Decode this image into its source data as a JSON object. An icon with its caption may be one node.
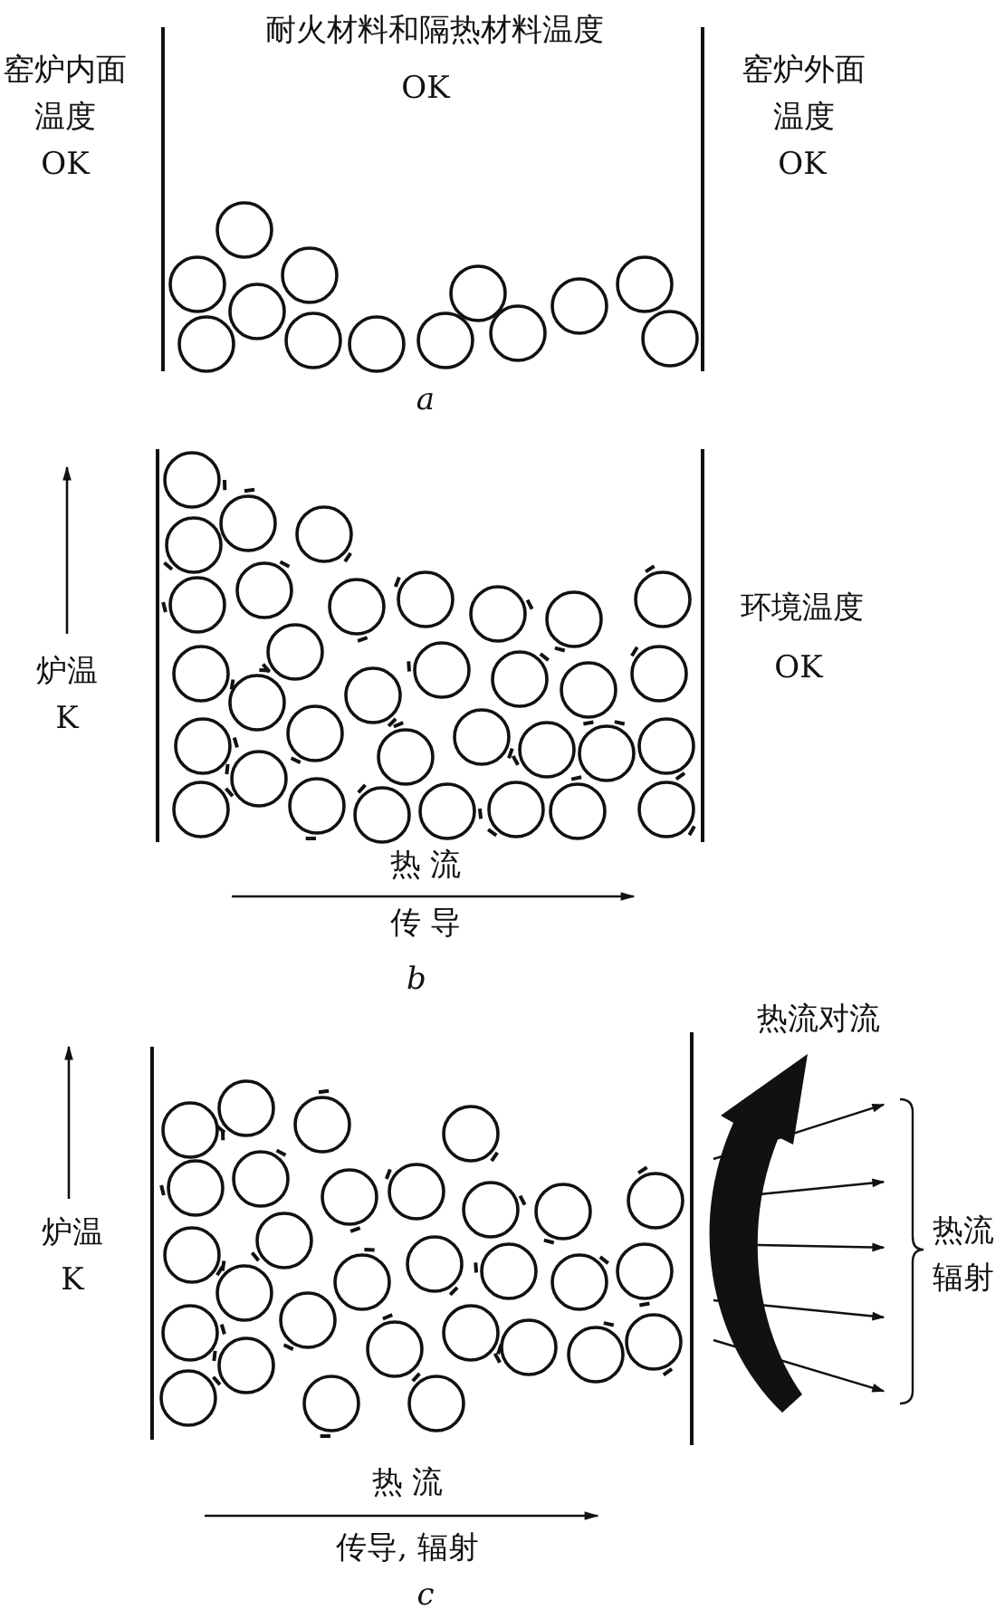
{
  "diagram": {
    "labels": [
      "窑炉内面温度",
      "OK",
      "耐火材料和隔热材料温度",
      "OK",
      "窑炉外面温度",
      "OK",
      "a",
      "炉温",
      "K",
      "环境温度",
      "OK",
      "热 流",
      "传 导",
      "b",
      "热流对流",
      "炉温",
      "K",
      "热流辐射",
      "热 流",
      "传导, 辐射",
      "c"
    ]
  }
}
